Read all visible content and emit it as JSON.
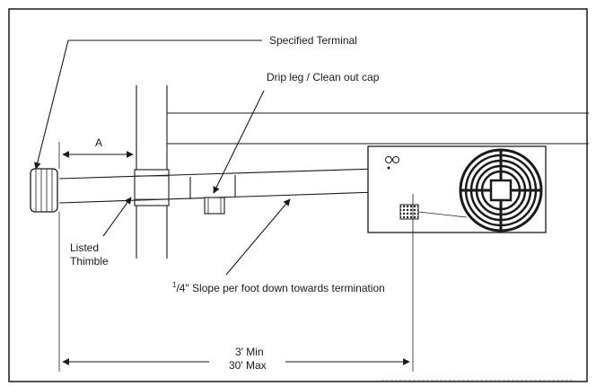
{
  "labels": {
    "specified_terminal": "Specified Terminal",
    "drip_leg": "Drip leg / Clean out cap",
    "dimension_a": "A",
    "listed": "Listed",
    "thimble": "Thimble",
    "slope_superscript": "1",
    "slope_text": "/4\" Slope per foot down towards termination",
    "min_length": "3' Min",
    "max_length": "30' Max"
  }
}
